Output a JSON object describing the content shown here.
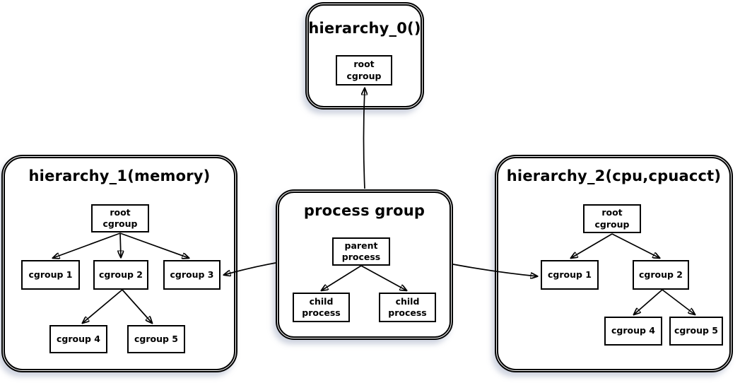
{
  "panels": {
    "hierarchy0": {
      "title": "hierarchy_0()",
      "root_label": "root\ncgroup"
    },
    "hierarchy1": {
      "title": "hierarchy_1(memory)",
      "root_label": "root\ncgroup",
      "children": [
        "cgroup 1",
        "cgroup 2",
        "cgroup 3"
      ],
      "grandchildren": [
        "cgroup 4",
        "cgroup 5"
      ]
    },
    "process_group": {
      "title": "process group",
      "parent_label": "parent\nprocess",
      "children": [
        "child\nprocess",
        "child\nprocess"
      ]
    },
    "hierarchy2": {
      "title": "hierarchy_2(cpu,cpuacct)",
      "root_label": "root\ncgroup",
      "children": [
        "cgroup 1",
        "cgroup 2"
      ],
      "grandchildren": [
        "cgroup 4",
        "cgroup 5"
      ]
    }
  },
  "edges": [
    "process group -> hierarchy_0 root cgroup",
    "process group -> hierarchy_1 cgroup 3",
    "process group -> hierarchy_2 cgroup 1",
    "hierarchy_1: root cgroup -> cgroup 1, cgroup 2, cgroup 3",
    "hierarchy_1: cgroup 2 -> cgroup 4, cgroup 5",
    "hierarchy_2: root cgroup -> cgroup 1, cgroup 2",
    "hierarchy_2: cgroup 2 -> cgroup 4, cgroup 5",
    "process group: parent process -> child process, child process"
  ],
  "colors": {
    "stroke": "#000000",
    "background": "#ffffff",
    "panel_shadow": "#7d8caa"
  }
}
